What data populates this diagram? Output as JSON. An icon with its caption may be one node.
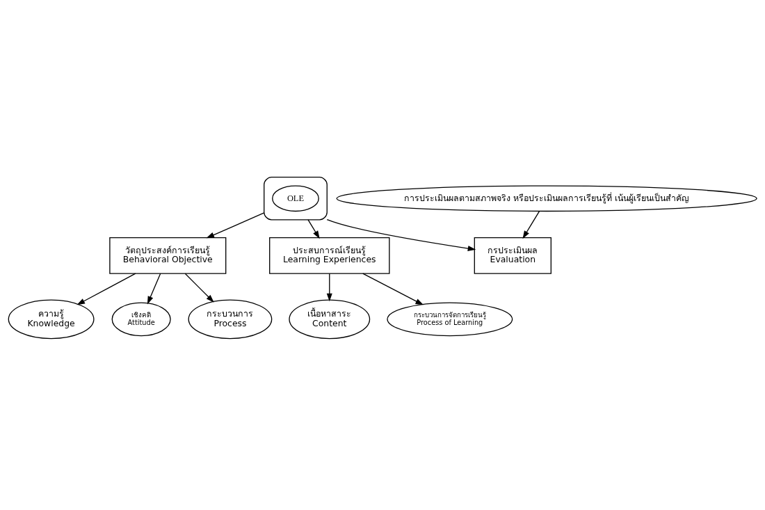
{
  "diagram": {
    "nodes": [
      {
        "text": [],
        "shape": "ellipse"
      },
      {
        "text": [
          "OLE"
        ],
        "in": 0
      },
      {
        "text": [
          "วัตถุประสงค์การเรียนรู้",
          "Behavioral Objective"
        ]
      },
      {
        "text": [
          "ความรู้",
          "Knowledge"
        ]
      },
      {
        "text": [
          "เชิงคติ",
          "Attitude"
        ]
      },
      {
        "text": [
          "กระบวนการ",
          "Process"
        ]
      },
      {
        "text": [
          "กรประเมินผล",
          "Evaluation"
        ]
      },
      {
        "text": [
          "ประสบการณ์เรียนรู้",
          "Learning Experiences"
        ]
      },
      {
        "text": [
          "เนื้อหาสาระ",
          "Content"
        ]
      },
      {
        "text": [
          "กระบวนการจัดการเรียนรู้",
          "Process of Learning"
        ]
      },
      {
        "text": [
          "การประเมินผลตามสภาพจริง หรือประเมินผลการเรียนรู้ที่ เน้นผู้เรียนเป็นสำคัญ"
        ]
      }
    ],
    "edges": [
      {
        "from": 0,
        "to": 2,
        "arrow": "to"
      },
      {
        "from": 2,
        "to": 3,
        "arrow": "to"
      },
      {
        "from": 2,
        "to": 4,
        "arrow": "to"
      },
      {
        "from": 2,
        "to": 5,
        "arrow": "to"
      },
      {
        "from": 0,
        "to": 6,
        "arrow": "to"
      },
      {
        "from": 0,
        "to": 7,
        "arrow": "to"
      },
      {
        "from": 7,
        "to": 8,
        "arrow": "to"
      },
      {
        "from": 7,
        "to": 9,
        "arrow": "to"
      },
      {
        "from": 10,
        "to": 6,
        "arrow": "to"
      }
    ]
  }
}
